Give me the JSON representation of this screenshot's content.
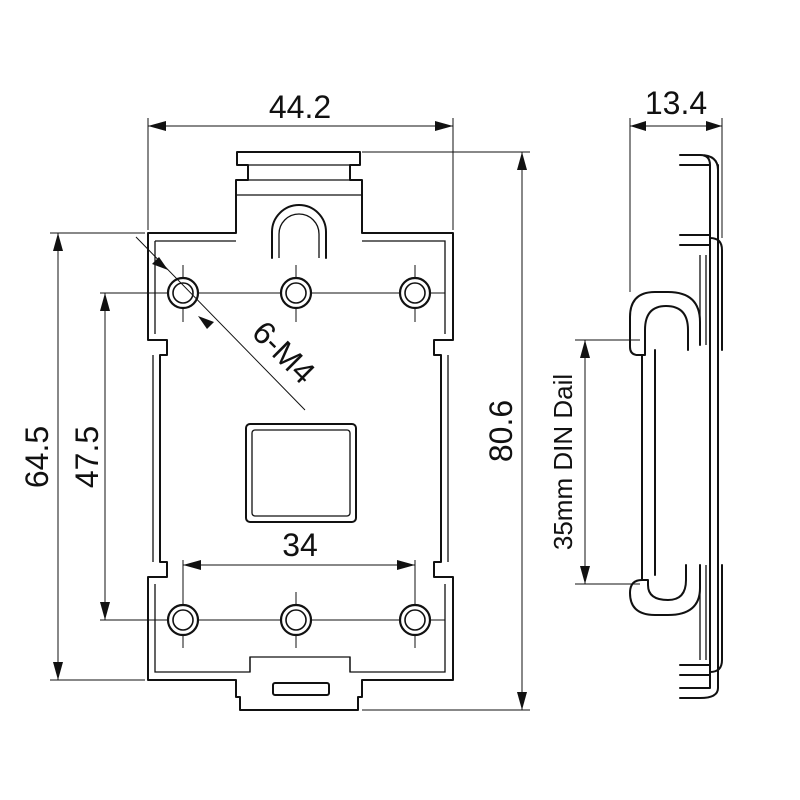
{
  "dimensions": {
    "top_width": "44.2",
    "side_width": "13.4",
    "overall_height": "80.6",
    "left_outer": "64.5",
    "left_inner": "47.5",
    "hole_spacing": "34",
    "hole_callout": "6-M4",
    "rail_label": "35mm DIN Dail"
  },
  "colors": {
    "line": "#111111",
    "background": "#ffffff"
  }
}
